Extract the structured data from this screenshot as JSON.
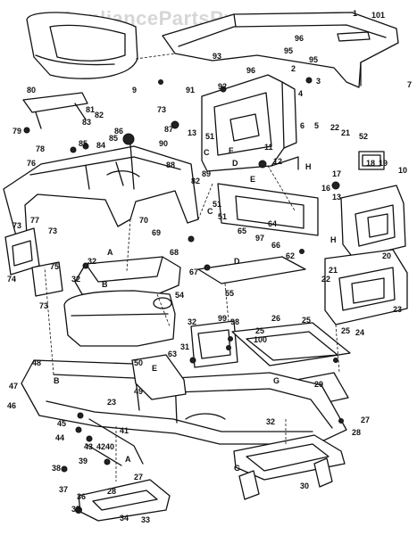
{
  "watermark": "AppliancePartsPros.com",
  "callouts": [
    {
      "id": "c1",
      "label": "1"
    },
    {
      "id": "c101",
      "label": "101"
    },
    {
      "id": "c96a",
      "label": "96"
    },
    {
      "id": "c93",
      "label": "93"
    },
    {
      "id": "c95a",
      "label": "95"
    },
    {
      "id": "c95b",
      "label": "95"
    },
    {
      "id": "c96b",
      "label": "96"
    },
    {
      "id": "c2",
      "label": "2"
    },
    {
      "id": "c3",
      "label": "3"
    },
    {
      "id": "c7",
      "label": "7"
    },
    {
      "id": "c80",
      "label": "80"
    },
    {
      "id": "c9",
      "label": "9"
    },
    {
      "id": "c91",
      "label": "91"
    },
    {
      "id": "c92",
      "label": "92"
    },
    {
      "id": "c4",
      "label": "4"
    },
    {
      "id": "c73a",
      "label": "73"
    },
    {
      "id": "c87",
      "label": "87"
    },
    {
      "id": "c81",
      "label": "81"
    },
    {
      "id": "c82a",
      "label": "82"
    },
    {
      "id": "c79",
      "label": "79"
    },
    {
      "id": "c83",
      "label": "83"
    },
    {
      "id": "c86",
      "label": "86"
    },
    {
      "id": "c85a",
      "label": "85"
    },
    {
      "id": "c85b",
      "label": "85"
    },
    {
      "id": "c84",
      "label": "84"
    },
    {
      "id": "c78",
      "label": "78"
    },
    {
      "id": "c90",
      "label": "90"
    },
    {
      "id": "c13a",
      "label": "13"
    },
    {
      "id": "c51a",
      "label": "51"
    },
    {
      "id": "cC1",
      "label": "C"
    },
    {
      "id": "cF",
      "label": "F"
    },
    {
      "id": "cD1",
      "label": "D"
    },
    {
      "id": "c6",
      "label": "6"
    },
    {
      "id": "c5",
      "label": "5"
    },
    {
      "id": "c22a",
      "label": "22"
    },
    {
      "id": "c21a",
      "label": "21"
    },
    {
      "id": "c11",
      "label": "11"
    },
    {
      "id": "c52",
      "label": "52"
    },
    {
      "id": "c12",
      "label": "12"
    },
    {
      "id": "cH1",
      "label": "H"
    },
    {
      "id": "c18",
      "label": "18"
    },
    {
      "id": "c19",
      "label": "19"
    },
    {
      "id": "c76",
      "label": "76"
    },
    {
      "id": "c88",
      "label": "88"
    },
    {
      "id": "c89",
      "label": "89"
    },
    {
      "id": "c82b",
      "label": "82"
    },
    {
      "id": "cE1",
      "label": "E"
    },
    {
      "id": "c10",
      "label": "10"
    },
    {
      "id": "c17",
      "label": "17"
    },
    {
      "id": "c16",
      "label": "16"
    },
    {
      "id": "c13b",
      "label": "13"
    },
    {
      "id": "c77",
      "label": "77"
    },
    {
      "id": "c70",
      "label": "70"
    },
    {
      "id": "c69",
      "label": "69"
    },
    {
      "id": "c51b",
      "label": "51"
    },
    {
      "id": "c51c",
      "label": "51"
    },
    {
      "id": "cC2",
      "label": "C"
    },
    {
      "id": "c65",
      "label": "65"
    },
    {
      "id": "c64",
      "label": "64"
    },
    {
      "id": "c97",
      "label": "97"
    },
    {
      "id": "c66",
      "label": "66"
    },
    {
      "id": "cH2",
      "label": "H"
    },
    {
      "id": "c73b",
      "label": "73"
    },
    {
      "id": "c73c",
      "label": "73"
    },
    {
      "id": "c74",
      "label": "74"
    },
    {
      "id": "c68",
      "label": "68"
    },
    {
      "id": "c32a",
      "label": "32"
    },
    {
      "id": "cA1",
      "label": "A"
    },
    {
      "id": "c67",
      "label": "67"
    },
    {
      "id": "c62",
      "label": "62"
    },
    {
      "id": "cD2",
      "label": "D"
    },
    {
      "id": "c20",
      "label": "20"
    },
    {
      "id": "c21b",
      "label": "21"
    },
    {
      "id": "c22b",
      "label": "22"
    },
    {
      "id": "c75",
      "label": "75"
    },
    {
      "id": "c32b",
      "label": "32"
    },
    {
      "id": "cB1",
      "label": "B"
    },
    {
      "id": "c73d",
      "label": "73"
    },
    {
      "id": "c55",
      "label": "55"
    },
    {
      "id": "c54",
      "label": "54"
    },
    {
      "id": "c23a",
      "label": "23"
    },
    {
      "id": "c32c",
      "label": "32"
    },
    {
      "id": "c99",
      "label": "99"
    },
    {
      "id": "c98",
      "label": "98"
    },
    {
      "id": "c26",
      "label": "26"
    },
    {
      "id": "c25a",
      "label": "25"
    },
    {
      "id": "c25b",
      "label": "25"
    },
    {
      "id": "c100",
      "label": "100"
    },
    {
      "id": "c25c",
      "label": "25"
    },
    {
      "id": "c24",
      "label": "24"
    },
    {
      "id": "c31",
      "label": "31"
    },
    {
      "id": "c63",
      "label": "63"
    },
    {
      "id": "c48",
      "label": "48"
    },
    {
      "id": "c50",
      "label": "50"
    },
    {
      "id": "cE2",
      "label": "E"
    },
    {
      "id": "cB2",
      "label": "B"
    },
    {
      "id": "c47",
      "label": "47"
    },
    {
      "id": "c49",
      "label": "49"
    },
    {
      "id": "c46",
      "label": "46"
    },
    {
      "id": "c23b",
      "label": "23"
    },
    {
      "id": "c29",
      "label": "29"
    },
    {
      "id": "cG1",
      "label": "G"
    },
    {
      "id": "c32d",
      "label": "32"
    },
    {
      "id": "c27a",
      "label": "27"
    },
    {
      "id": "c28a",
      "label": "28"
    },
    {
      "id": "c45",
      "label": "45"
    },
    {
      "id": "c44",
      "label": "44"
    },
    {
      "id": "c43",
      "label": "43"
    },
    {
      "id": "c42",
      "label": "42"
    },
    {
      "id": "c40",
      "label": "40"
    },
    {
      "id": "c41",
      "label": "41"
    },
    {
      "id": "cA2",
      "label": "A"
    },
    {
      "id": "c39",
      "label": "39"
    },
    {
      "id": "c38",
      "label": "38"
    },
    {
      "id": "c27b",
      "label": "27"
    },
    {
      "id": "c37",
      "label": "37"
    },
    {
      "id": "c36",
      "label": "36"
    },
    {
      "id": "c28b",
      "label": "28"
    },
    {
      "id": "c35",
      "label": "35"
    },
    {
      "id": "c34",
      "label": "34"
    },
    {
      "id": "c33",
      "label": "33"
    },
    {
      "id": "cG2",
      "label": "G"
    },
    {
      "id": "c30",
      "label": "30"
    }
  ]
}
